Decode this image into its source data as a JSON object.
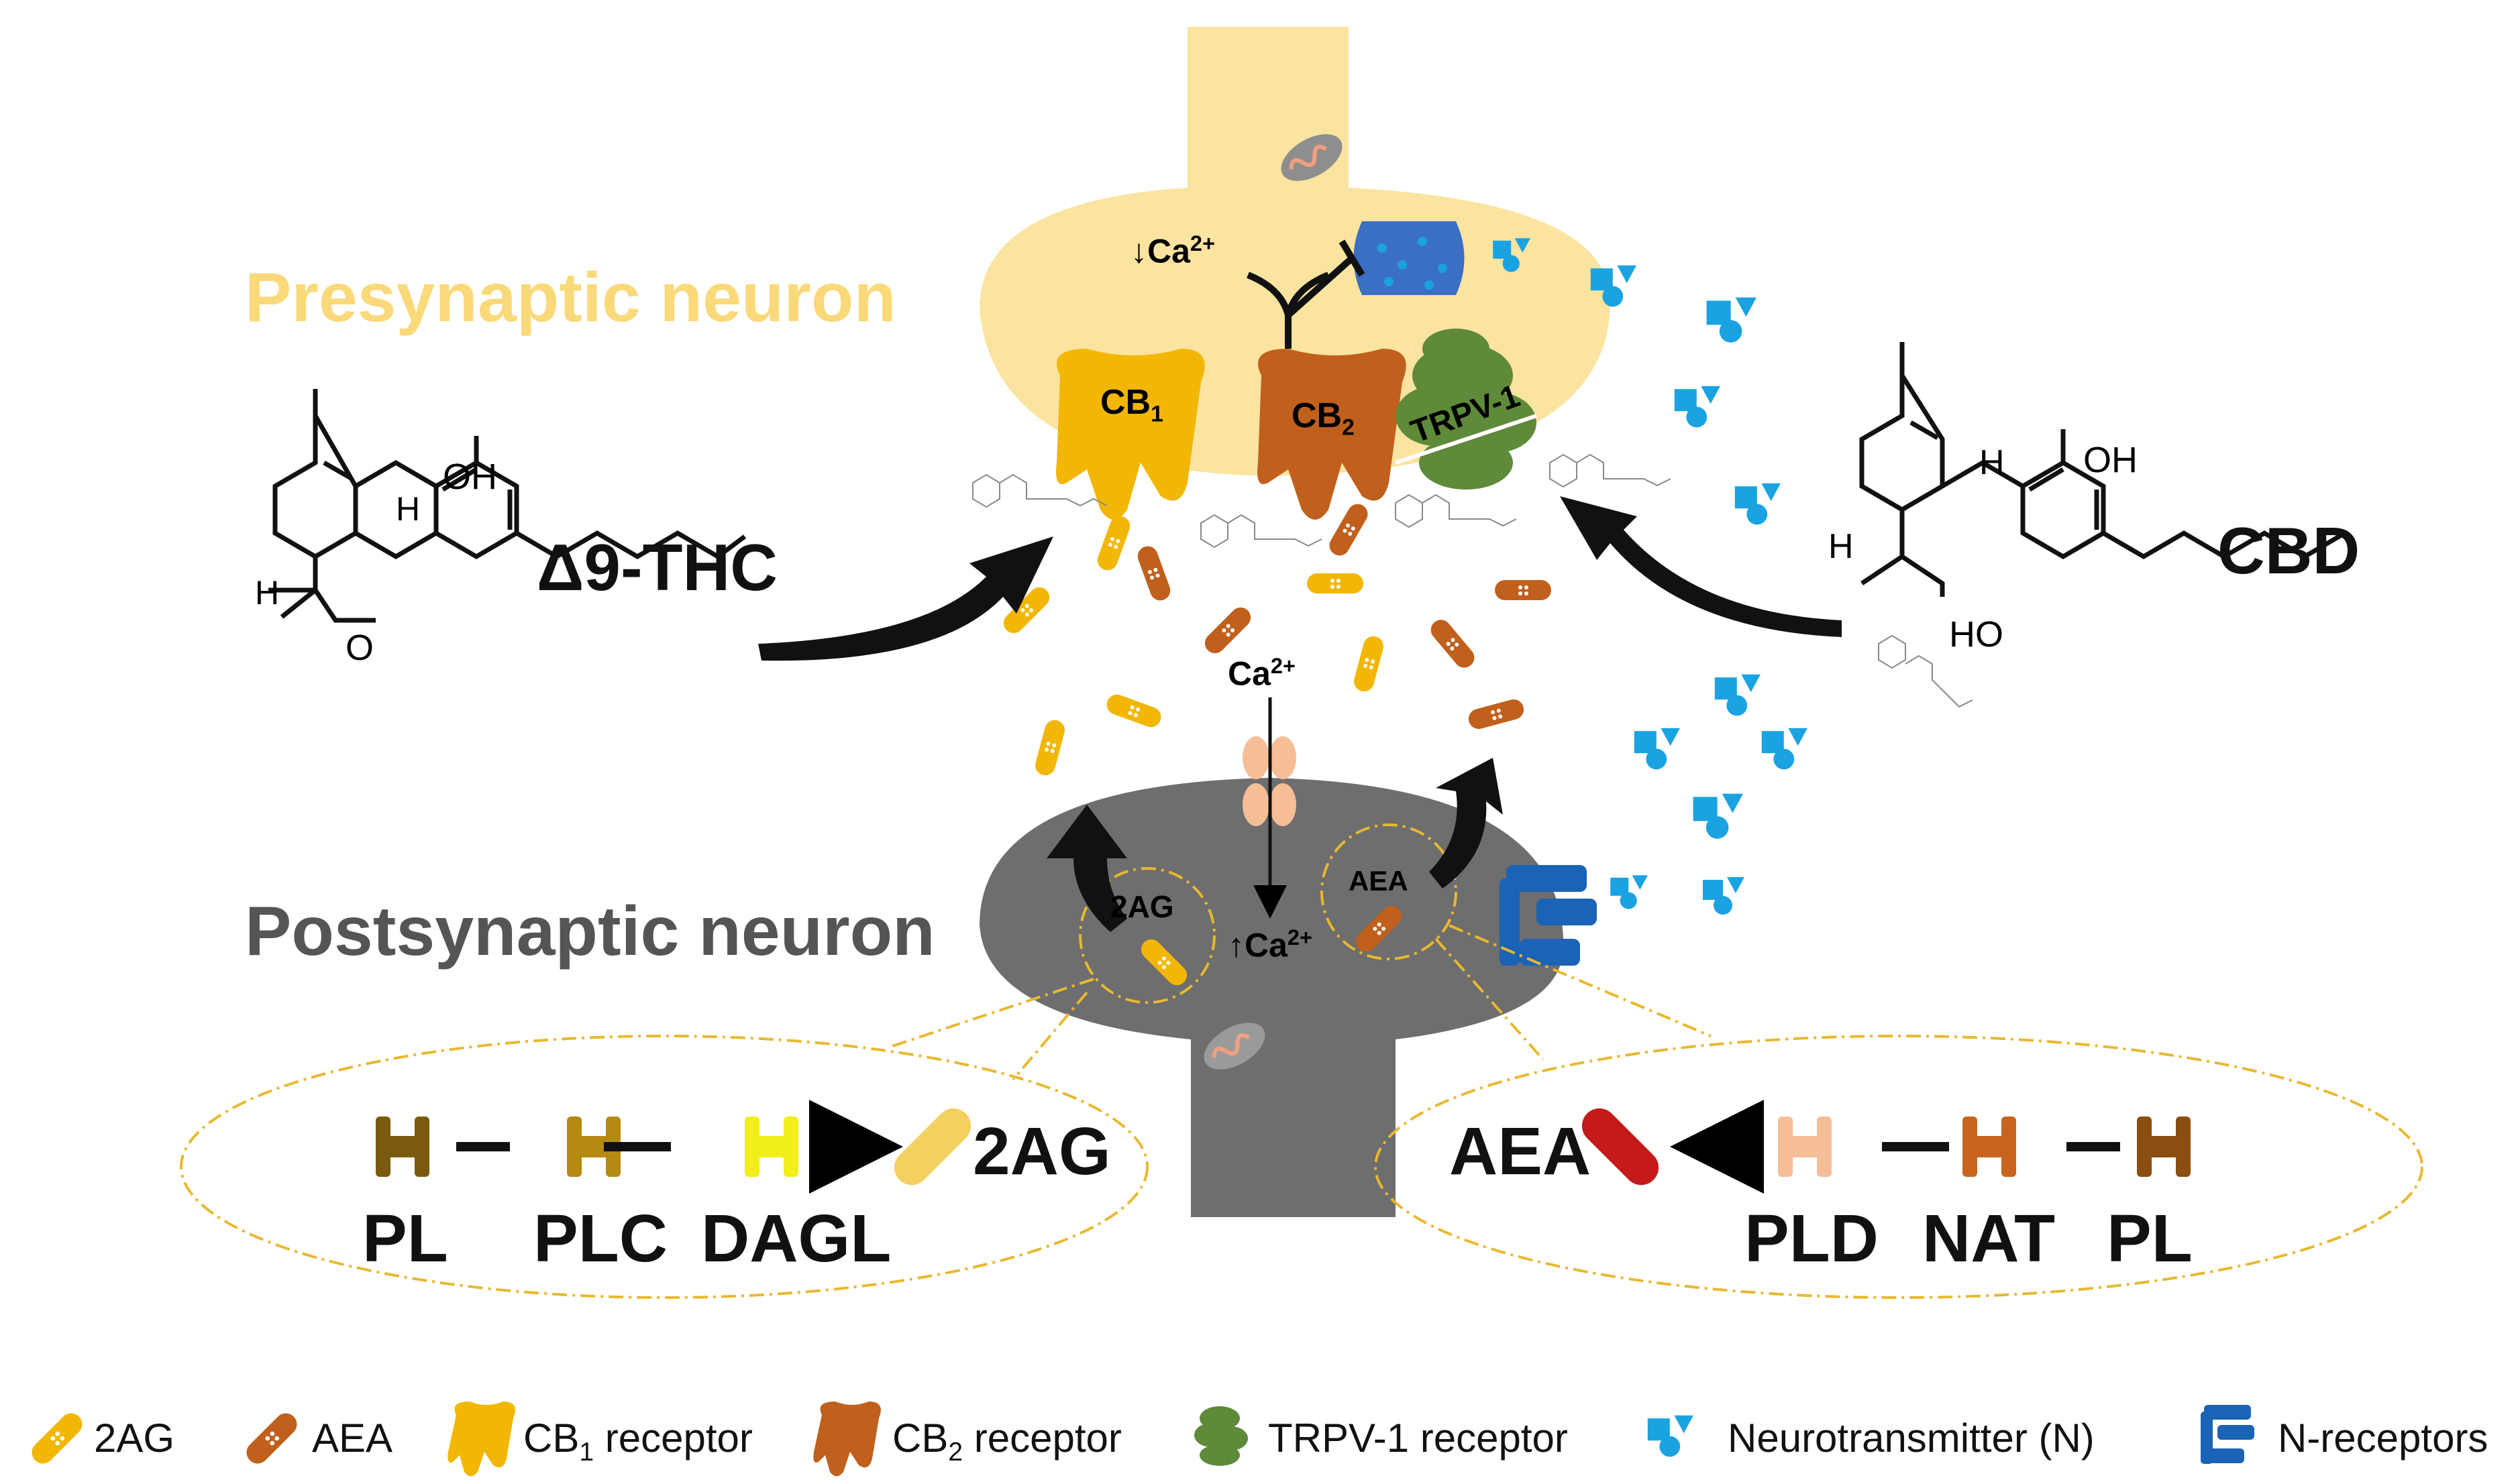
{
  "labels": {
    "presynaptic": "Presynaptic neuron",
    "postsynaptic": "Postsynaptic neuron",
    "thc": "Δ9-THC",
    "cbd": "CBD",
    "ca_down": "↓Ca",
    "ca_up": "↑Ca",
    "ca_mid": "Ca",
    "ca_sup": "2+",
    "cb1_base": "CB",
    "cb1_sub": "1",
    "cb2_base": "CB",
    "cb2_sub": "2",
    "trpv1": "TRPV-1",
    "ag_circle": "2AG",
    "aea_circle": "AEA",
    "thc_oh": "OH",
    "thc_h1": "H",
    "thc_h2": "H",
    "thc_o": "O",
    "cbd_oh1": "OH",
    "cbd_oh2": "HO",
    "cbd_h1": "H",
    "cbd_h2": "H"
  },
  "pathway_2ag": {
    "steps": [
      "PL",
      "PLC",
      "DAGL"
    ],
    "product": "2AG",
    "colors": [
      "#7A5A10",
      "#B58A10",
      "#F2EE1A"
    ]
  },
  "pathway_aea": {
    "steps": [
      "PLD",
      "NAT",
      "PL"
    ],
    "product": "AEA",
    "colors": [
      "#F5BE96",
      "#C8641E",
      "#8A4E10"
    ]
  },
  "legend": [
    {
      "icon": "2ag-icon",
      "label": "2AG"
    },
    {
      "icon": "aea-icon",
      "label": "AEA"
    },
    {
      "icon": "cb1-receptor-icon",
      "label_base": "CB",
      "label_sub": "1",
      "label_rest": " receptor"
    },
    {
      "icon": "cb2-receptor-icon",
      "label_base": "CB",
      "label_sub": "2",
      "label_rest": " receptor"
    },
    {
      "icon": "trpv1-receptor-icon",
      "label": "TRPV-1 receptor"
    },
    {
      "icon": "neurotransmitter-icon",
      "label": "Neurotransmitter (N)"
    },
    {
      "icon": "n-receptor-icon",
      "label": "N-receptors"
    }
  ],
  "colors": {
    "presynaptic_fill": "#FBE3A0",
    "postsynaptic_fill": "#6E6E6E",
    "ag_yellow": "#F2B705",
    "aea_orange": "#C0601C",
    "trpv_green": "#5E8A3A",
    "neuro_blue": "#1AA3E0",
    "nreceptor_blue": "#1B63B6"
  }
}
